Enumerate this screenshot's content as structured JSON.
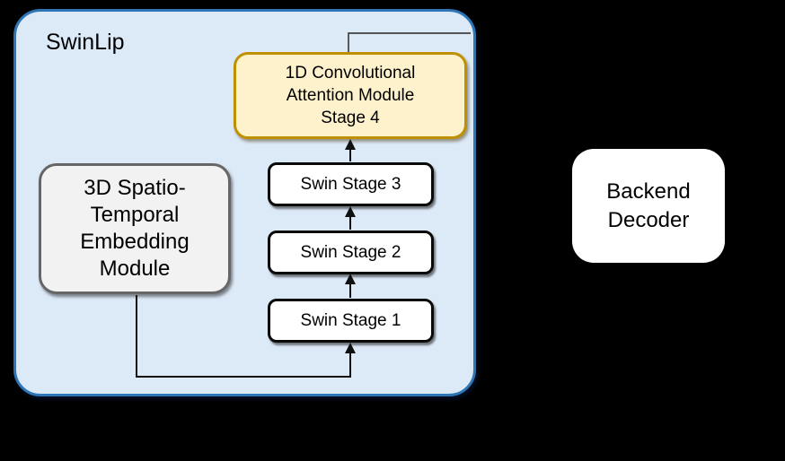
{
  "colors": {
    "background": "#000000",
    "container_fill": "#DCE9F7",
    "container_border": "#2E75B6",
    "embedding_fill": "#F2F2F2",
    "embedding_border": "#666666",
    "attention_fill": "#FDF2CC",
    "attention_border": "#BF9000",
    "stage_fill": "#FFFFFF",
    "stage_border": "#0A0A0A",
    "decoder_fill": "#FFFFFF",
    "arrow": "#111111",
    "tap_line": "#404040",
    "text": "#000000"
  },
  "container": {
    "label": "SwinLip"
  },
  "nodes": {
    "embedding_module": {
      "lines": [
        "3D Spatio-",
        "Temporal",
        "Embedding",
        "Module"
      ]
    },
    "swin_stage_1": {
      "label": "Swin Stage 1"
    },
    "swin_stage_2": {
      "label": "Swin Stage 2"
    },
    "swin_stage_3": {
      "label": "Swin Stage 3"
    },
    "attention_module": {
      "lines": [
        "1D Convolutional",
        "Attention Module",
        "Stage 4"
      ]
    },
    "backend_decoder": {
      "lines": [
        "Backend",
        "Decoder"
      ]
    }
  }
}
